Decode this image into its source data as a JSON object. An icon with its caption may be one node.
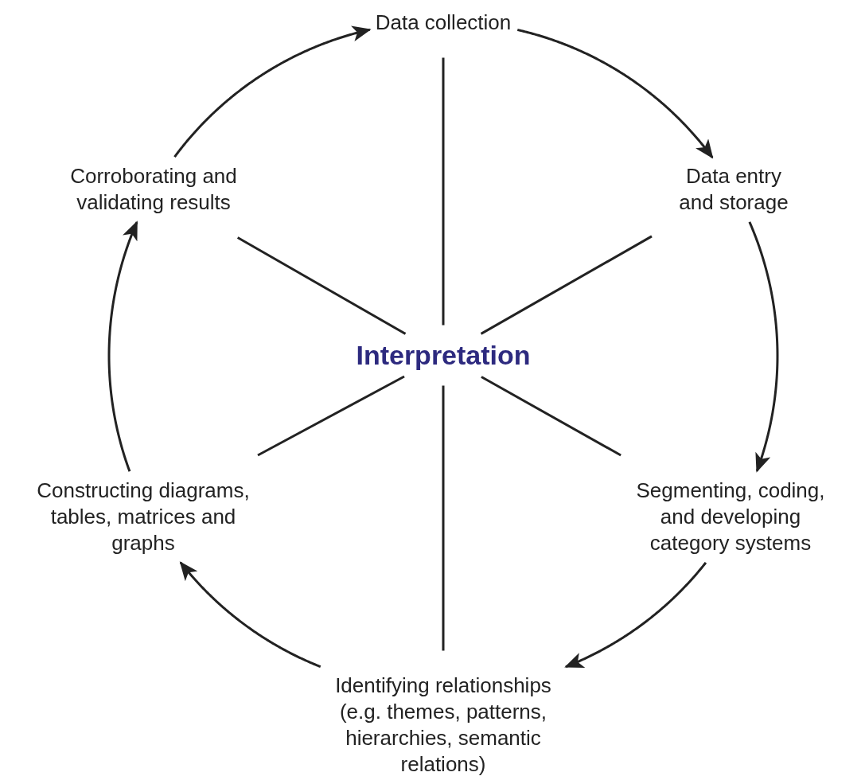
{
  "diagram": {
    "nodes": [
      {
        "text": [
          "Interpretation"
        ]
      },
      {
        "text": [
          "Data collection"
        ]
      },
      {
        "text": [
          "Data entry and storage"
        ]
      },
      {
        "text": [
          "Segmenting, coding, and developing category systems"
        ]
      },
      {
        "text": [
          "Identifying relationships (e.g. themes, patterns, hierarchies, semantic relations)"
        ]
      },
      {
        "text": [
          "Constructing diagrams, tables, matrices and graphs"
        ]
      },
      {
        "text": [
          "Corroborating and validating results"
        ]
      }
    ],
    "edges": [
      {
        "from": 1,
        "to": 2,
        "arrow": "to"
      },
      {
        "from": 2,
        "to": 3,
        "arrow": "to"
      },
      {
        "from": 3,
        "to": 4,
        "arrow": "to"
      },
      {
        "from": 4,
        "to": 5,
        "arrow": "to"
      },
      {
        "from": 5,
        "to": 6,
        "arrow": "to"
      },
      {
        "from": 6,
        "to": 1,
        "arrow": "to"
      },
      {
        "from": 0,
        "to": 1,
        "arrow": "none"
      },
      {
        "from": 0,
        "to": 2,
        "arrow": "none"
      },
      {
        "from": 0,
        "to": 3,
        "arrow": "none"
      },
      {
        "from": 0,
        "to": 4,
        "arrow": "none"
      },
      {
        "from": 0,
        "to": 5,
        "arrow": "none"
      },
      {
        "from": 0,
        "to": 6,
        "arrow": "none"
      }
    ]
  }
}
